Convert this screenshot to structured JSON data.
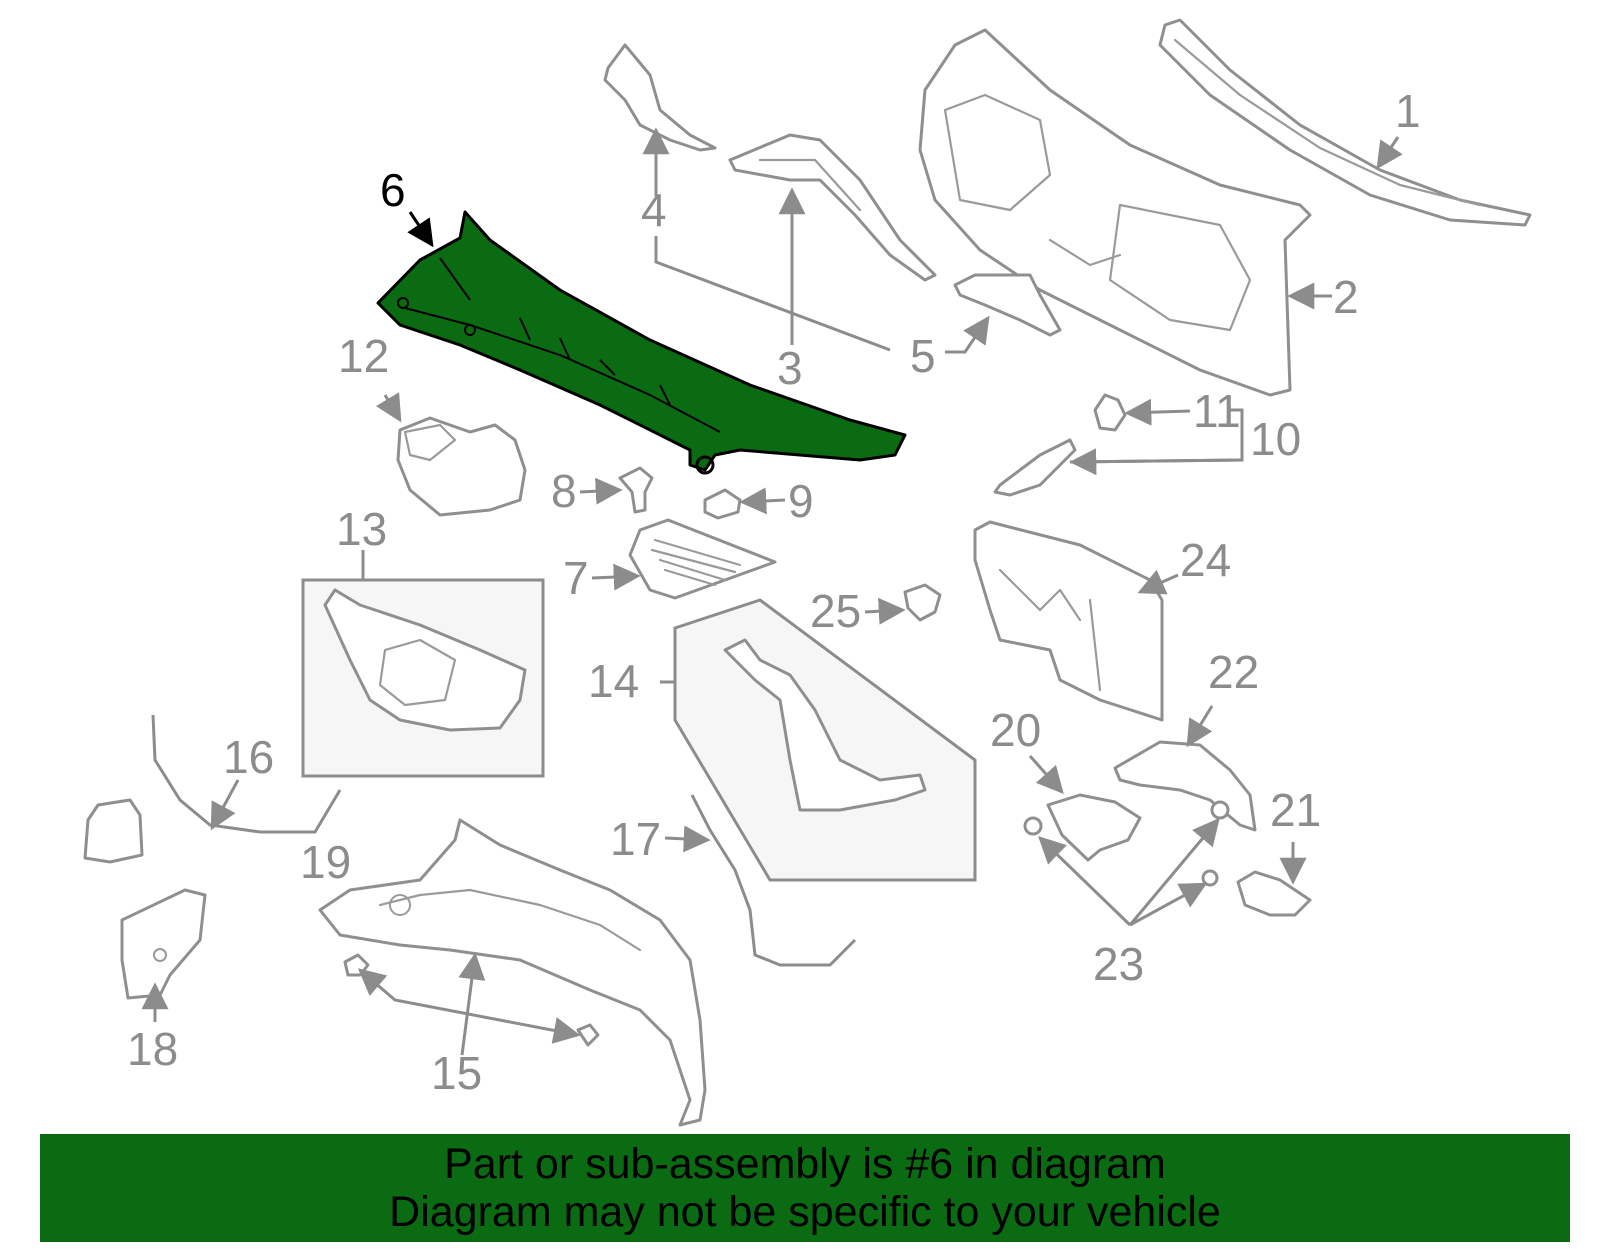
{
  "highlight": {
    "part_number": "6",
    "color": "#0b6b12"
  },
  "callouts": [
    "1",
    "2",
    "3",
    "4",
    "5",
    "6",
    "7",
    "8",
    "9",
    "10",
    "11",
    "12",
    "13",
    "14",
    "15",
    "16",
    "17",
    "18",
    "19",
    "20",
    "21",
    "22",
    "23",
    "24",
    "25"
  ],
  "banner": {
    "line1": "Part or sub-assembly is #6 in diagram",
    "line2": "Diagram may not be specific to your vehicle",
    "background": "#0b6b12"
  }
}
